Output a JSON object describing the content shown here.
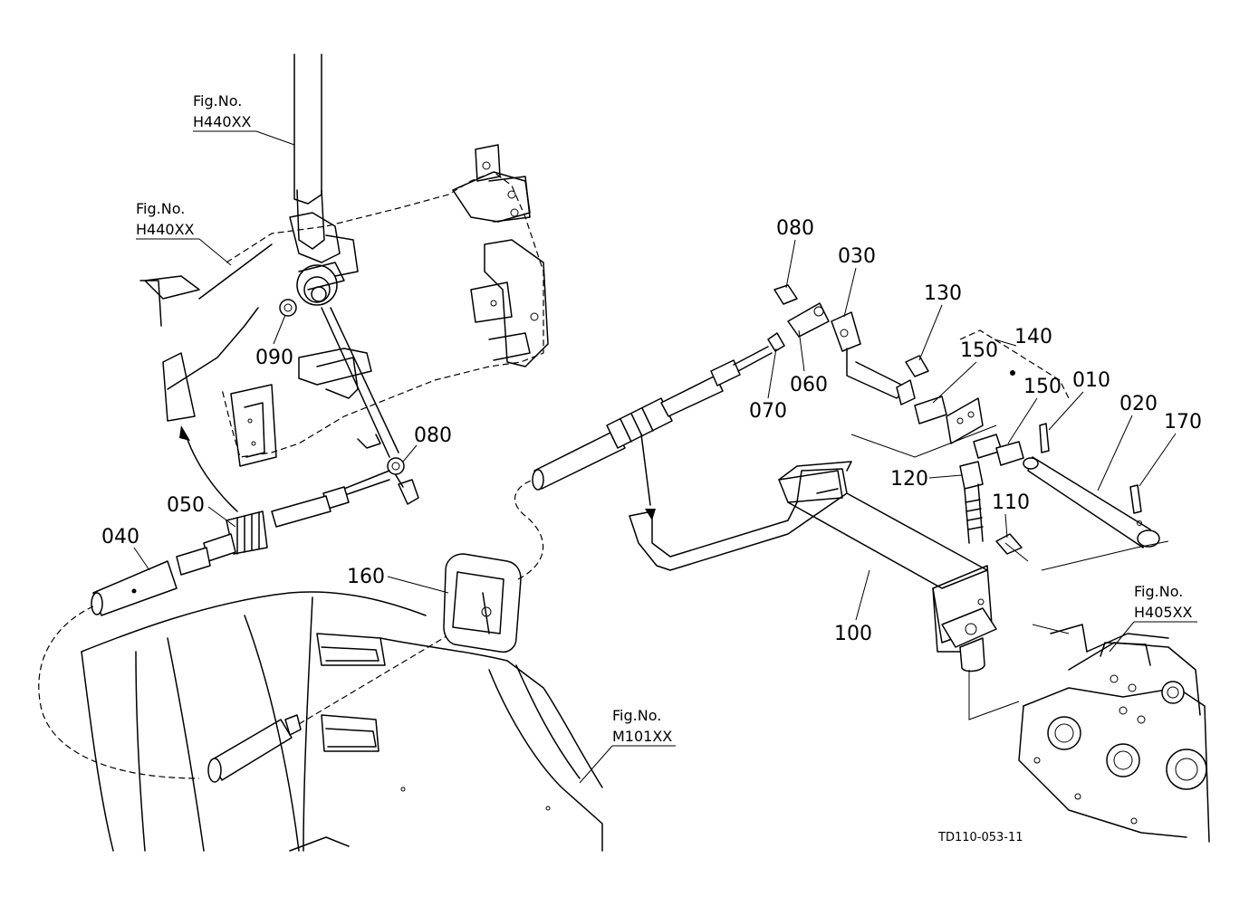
{
  "drawing_code": "TD110-053-11",
  "fig_refs": [
    {
      "prefix": "Fig.No.",
      "code": "H440XX"
    },
    {
      "prefix": "Fig.No.",
      "code": "H440XX"
    },
    {
      "prefix": "Fig.No.",
      "code": "H405XX"
    },
    {
      "prefix": "Fig.No.",
      "code": "M101XX"
    }
  ],
  "part_labels": [
    "080",
    "030",
    "130",
    "140",
    "150",
    "150",
    "010",
    "020",
    "170",
    "090",
    "080",
    "060",
    "070",
    "120",
    "110",
    "050",
    "040",
    "160",
    "100"
  ]
}
